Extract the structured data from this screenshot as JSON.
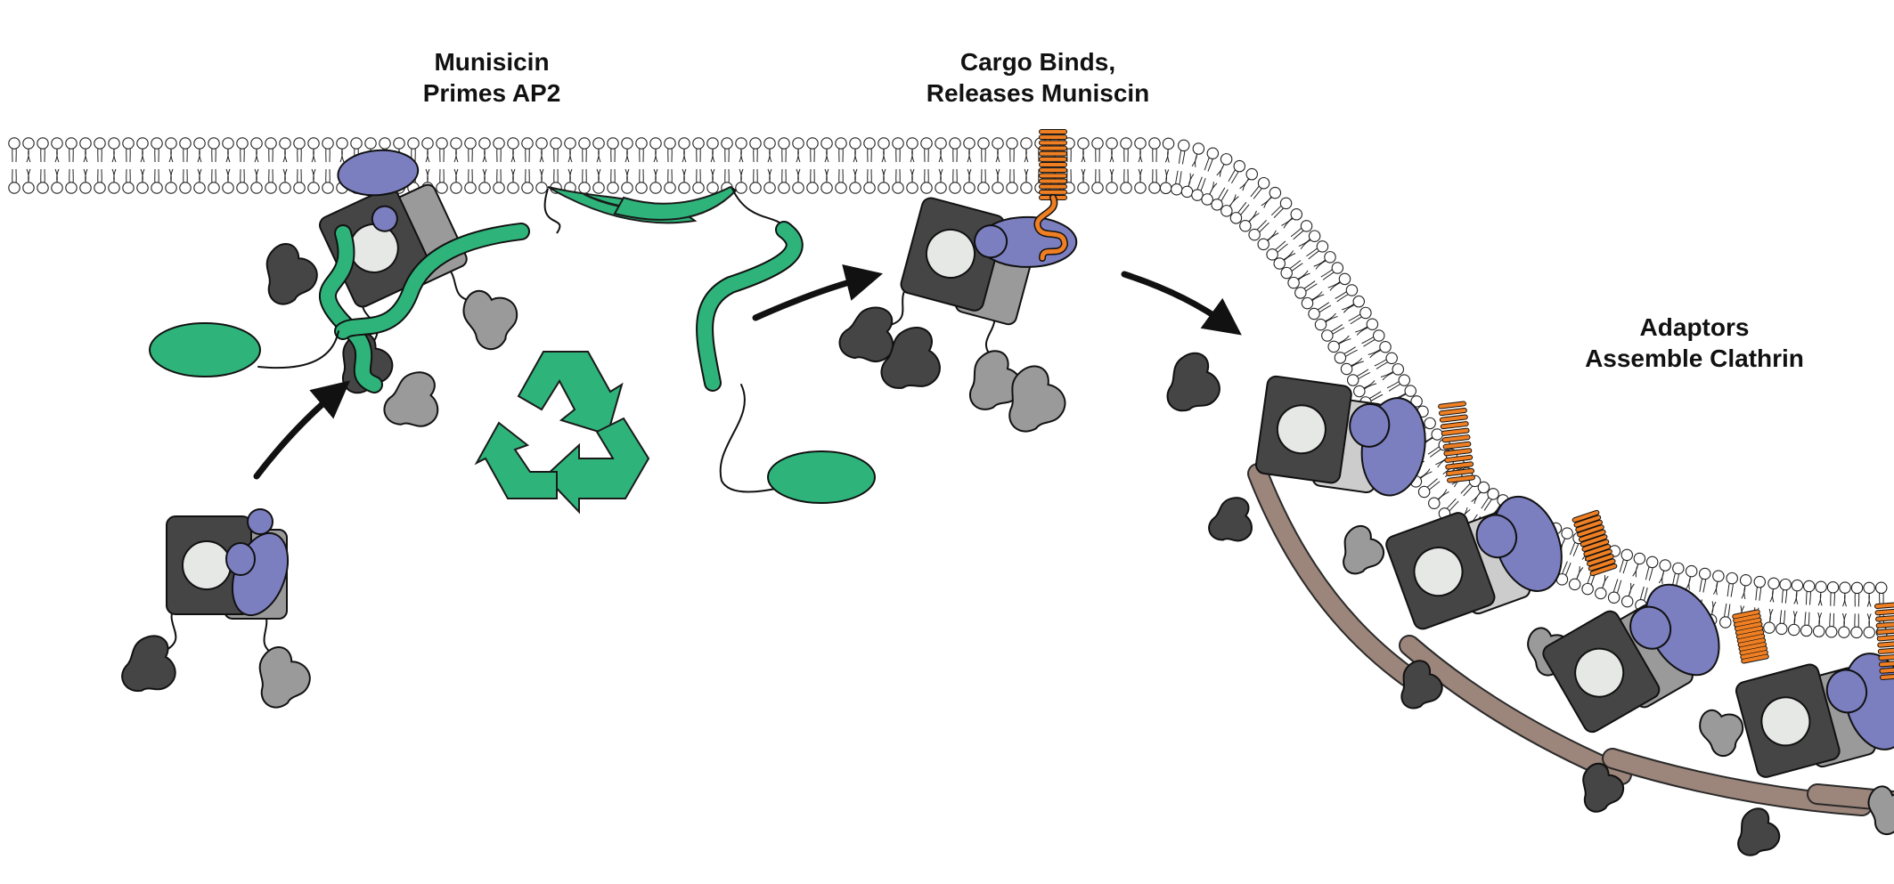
{
  "labels": {
    "step1": {
      "line1": "Munisicin",
      "line2": "Primes AP2"
    },
    "step2": {
      "line1": "Cargo Binds,",
      "line2": "Releases Muniscin"
    },
    "step3": {
      "line1": "Adaptors",
      "line2": "Assemble Clathrin"
    }
  },
  "colors": {
    "ap2_dark": "#454545",
    "ap2_medium": "#9a9a9a",
    "ap2_light": "#cccccc",
    "ap2_core_circle": "#e6e8e6",
    "ap2_mu_domain": "#7b7fc0",
    "muniscin_green": "#2eb47a",
    "cargo_orange": "#ef7f22",
    "clathrin_brown": "#9c857a",
    "membrane_line": "#222222"
  },
  "icons": {
    "recycle": "recycle-icon",
    "arrow": "arrow-right-icon"
  }
}
